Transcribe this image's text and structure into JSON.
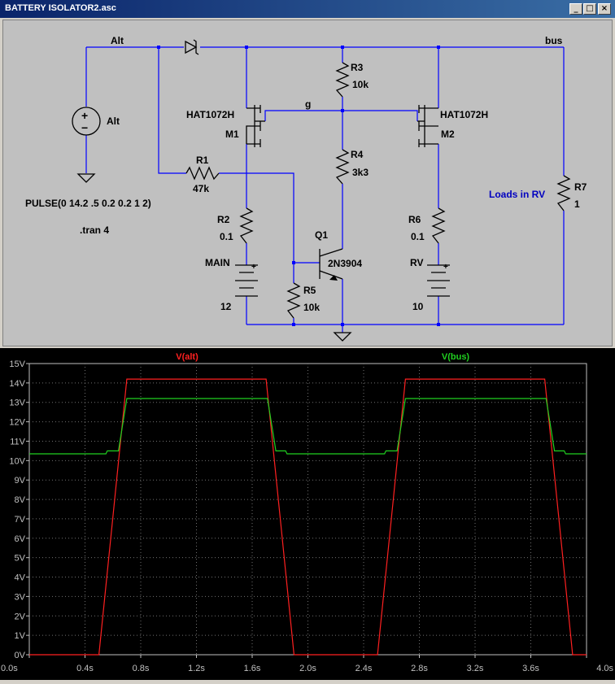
{
  "window": {
    "title": "BATTERY ISOLATOR2.asc",
    "min_glyph": "_",
    "max_glyph": "□",
    "close_glyph": "×"
  },
  "schematic": {
    "net_alt": "Alt",
    "net_bus": "bus",
    "net_g": "g",
    "src_name": "Alt",
    "src_plus": "+",
    "src_minus": "−",
    "pulse": "PULSE(0 14.2 .5 0.2 0.2 1 2)",
    "tran": ".tran 4",
    "m1_model": "HAT1072H",
    "m1_name": "M1",
    "m2_model": "HAT1072H",
    "m2_name": "M2",
    "r1_name": "R1",
    "r1_val": "47k",
    "r2_name": "R2",
    "r2_val": "0.1",
    "r3_name": "R3",
    "r3_val": "10k",
    "r4_name": "R4",
    "r4_val": "3k3",
    "r5_name": "R5",
    "r5_val": "10k",
    "r6_name": "R6",
    "r6_val": "0.1",
    "r7_name": "R7",
    "r7_val": "1",
    "q1_name": "Q1",
    "q1_model": "2N3904",
    "main_name": "MAIN",
    "main_val": "12",
    "rv_name": "RV",
    "rv_val": "10",
    "bat_plus": "+",
    "loads_label": "Loads in RV",
    "colors": {
      "wire": "#0000ff",
      "comp": "#000000",
      "loads": "#0000c0"
    }
  },
  "chart_data": {
    "type": "line",
    "x": [
      0,
      0.5,
      0.6,
      0.7,
      1.7,
      1.8,
      1.9,
      2.5,
      2.6,
      2.7,
      3.7,
      3.8,
      3.9,
      4.0
    ],
    "series": [
      {
        "name": "V(alt)",
        "color": "#ff2020",
        "values": [
          0,
          0,
          7.1,
          14.2,
          14.2,
          7.1,
          0,
          0,
          7.1,
          14.2,
          14.2,
          7.1,
          0,
          0
        ]
      },
      {
        "name": "V(bus)",
        "color": "#20d020",
        "points": [
          [
            0,
            10.35
          ],
          [
            0.55,
            10.35
          ],
          [
            0.56,
            10.5
          ],
          [
            0.64,
            10.5
          ],
          [
            0.7,
            13.2
          ],
          [
            1.71,
            13.2
          ],
          [
            1.77,
            10.5
          ],
          [
            1.84,
            10.5
          ],
          [
            1.85,
            10.35
          ],
          [
            2.55,
            10.35
          ],
          [
            2.56,
            10.5
          ],
          [
            2.64,
            10.5
          ],
          [
            2.7,
            13.2
          ],
          [
            3.71,
            13.2
          ],
          [
            3.77,
            10.5
          ],
          [
            3.84,
            10.5
          ],
          [
            3.85,
            10.35
          ],
          [
            4.0,
            10.35
          ]
        ]
      }
    ],
    "xlim": [
      0,
      4.0
    ],
    "ylim": [
      0,
      15
    ],
    "xticks": [
      "0.0s",
      "0.4s",
      "0.8s",
      "1.2s",
      "1.6s",
      "2.0s",
      "2.4s",
      "2.8s",
      "3.2s",
      "3.6s",
      "4.0s"
    ],
    "yticks": [
      "0V",
      "1V",
      "2V",
      "3V",
      "4V",
      "5V",
      "6V",
      "7V",
      "8V",
      "9V",
      "10V",
      "11V",
      "12V",
      "13V",
      "14V",
      "15V"
    ],
    "grid": true,
    "legend": "top"
  }
}
